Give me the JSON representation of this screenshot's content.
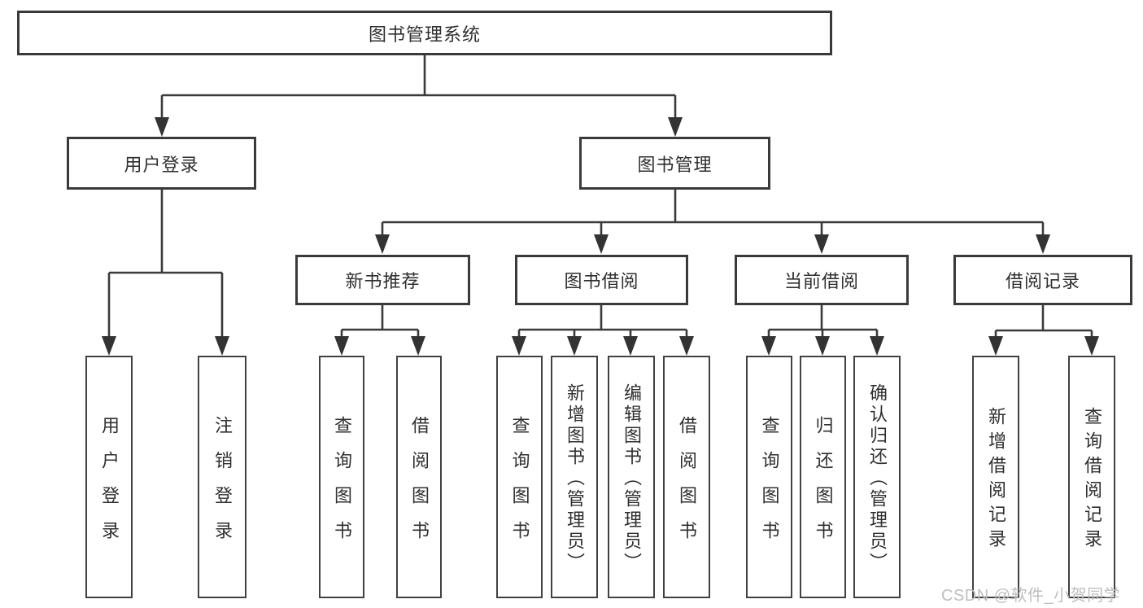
{
  "diagram": {
    "root": {
      "label": "图书管理系统"
    },
    "level1": [
      {
        "label": "用户登录"
      },
      {
        "label": "图书管理"
      }
    ],
    "level2": [
      {
        "label": "新书推荐"
      },
      {
        "label": "图书借阅"
      },
      {
        "label": "当前借阅"
      },
      {
        "label": "借阅记录"
      }
    ],
    "leaves": [
      {
        "label": "用户登录"
      },
      {
        "label": "注销登录"
      },
      {
        "label": "查询图书"
      },
      {
        "label": "借阅图书"
      },
      {
        "label": "查询图书"
      },
      {
        "label": "新增图书（管理员）"
      },
      {
        "label": "编辑图书（管理员）"
      },
      {
        "label": "借阅图书"
      },
      {
        "label": "查询图书"
      },
      {
        "label": "归还图书"
      },
      {
        "label": "确认归还（管理员）"
      },
      {
        "label": "新增借阅记录"
      },
      {
        "label": "查询借阅记录"
      }
    ]
  },
  "watermark": {
    "text": "CSDN @软件_小贺同学"
  },
  "colors": {
    "background": "#ffffff",
    "line": "#3a3a3a",
    "text": "#2f2f2f",
    "watermark": "#bfbfbf"
  }
}
